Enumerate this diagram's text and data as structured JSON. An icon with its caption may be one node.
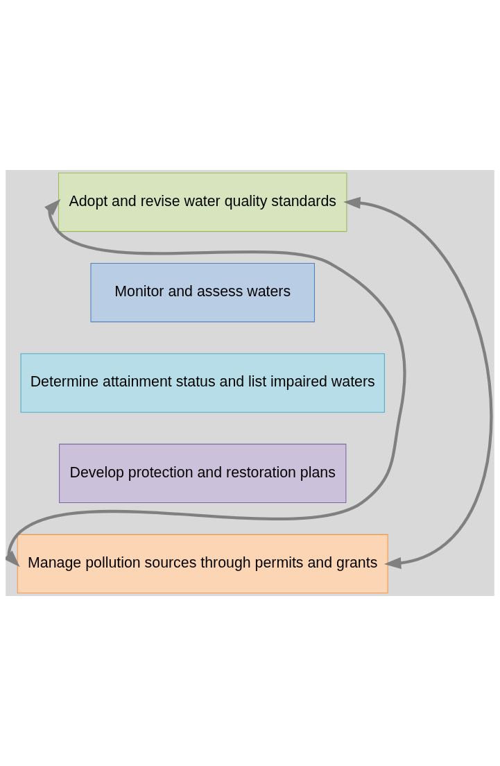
{
  "diagram": {
    "nodes": [
      {
        "text": [
          "Adopt and revise water quality standards"
        ]
      },
      {
        "text": [
          "Monitor and assess waters"
        ]
      },
      {
        "text": [
          "Determine attainment status and list impaired waters"
        ]
      },
      {
        "text": [
          "Develop protection and restoration plans"
        ]
      },
      {
        "text": [
          "Manage pollution sources through permits and grants"
        ]
      }
    ],
    "edges": [
      {
        "from": 0,
        "to": 4,
        "arrow": "both"
      },
      {
        "from": 0,
        "to": 4,
        "arrow": "both"
      }
    ]
  }
}
